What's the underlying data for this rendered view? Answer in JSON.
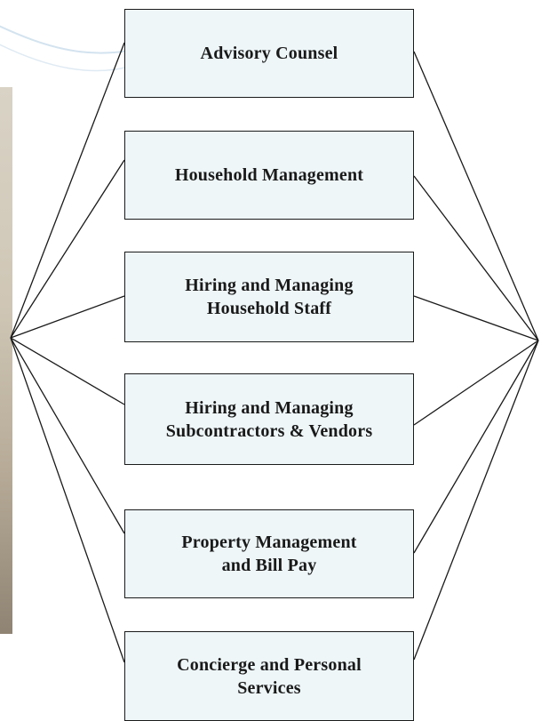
{
  "diagram": {
    "services": [
      {
        "label": "Advisory Counsel"
      },
      {
        "label": "Household Management"
      },
      {
        "label": "Hiring and Managing\nHousehold Staff"
      },
      {
        "label": "Hiring and Managing\nSubcontractors & Vendors"
      },
      {
        "label": "Property Management\nand Bill Pay"
      },
      {
        "label": "Concierge and Personal\nServices"
      }
    ],
    "colors": {
      "box_fill": "#eef6f8",
      "box_border": "#1a1a1a",
      "line": "#1a1a1a",
      "swirl": "#d3e3ef"
    }
  }
}
